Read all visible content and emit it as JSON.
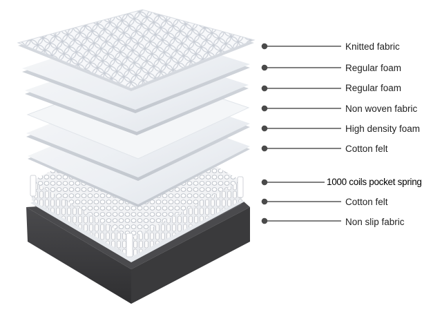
{
  "layers": [
    {
      "label": "Knitted fabric"
    },
    {
      "label": "Regular foam"
    },
    {
      "label": "Regular foam"
    },
    {
      "label": "Non woven fabric"
    },
    {
      "label": "High density foam"
    },
    {
      "label": "Cotton felt"
    },
    {
      "label": "1000 coils pocket spring"
    },
    {
      "label": "Cotton felt"
    },
    {
      "label": "Non slip fabric"
    }
  ],
  "colors": {
    "leader": "#555555",
    "dot": "#4a4a4a",
    "base": "#3a3a3c",
    "foam": "#eef1f4"
  }
}
